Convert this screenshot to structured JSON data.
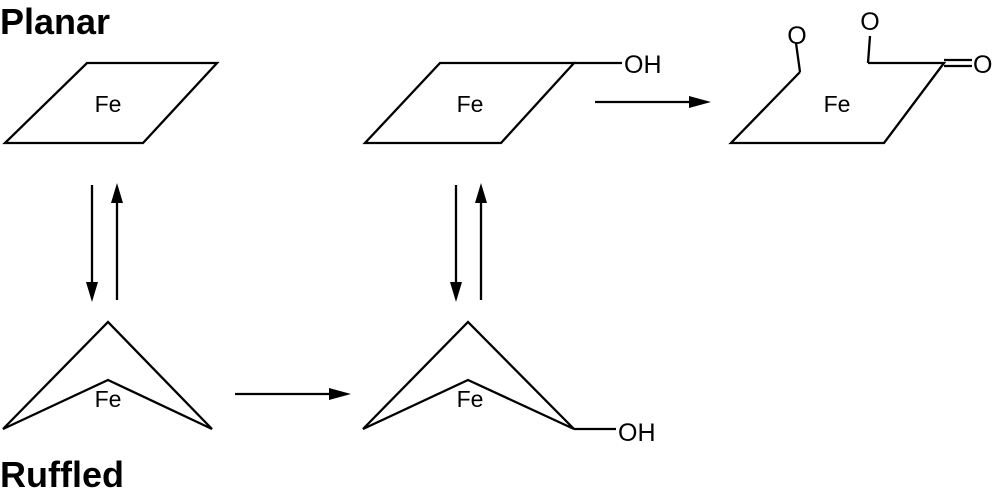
{
  "labels": {
    "planar": "Planar",
    "ruffled": "Ruffled"
  },
  "atoms": {
    "iron": "Fe",
    "oxygen": "O",
    "hydroxyl": "OH"
  },
  "reactions": {
    "equilibria": [
      {
        "from": "planar-heme",
        "to": "ruffled-heme",
        "type": "reversible"
      },
      {
        "from": "planar-hydroxy-heme",
        "to": "ruffled-hydroxy-heme",
        "type": "reversible"
      }
    ],
    "forward": [
      {
        "from": "ruffled-heme",
        "to": "ruffled-hydroxy-heme"
      },
      {
        "from": "planar-hydroxy-heme",
        "to": "ring-opened-heme"
      }
    ]
  }
}
